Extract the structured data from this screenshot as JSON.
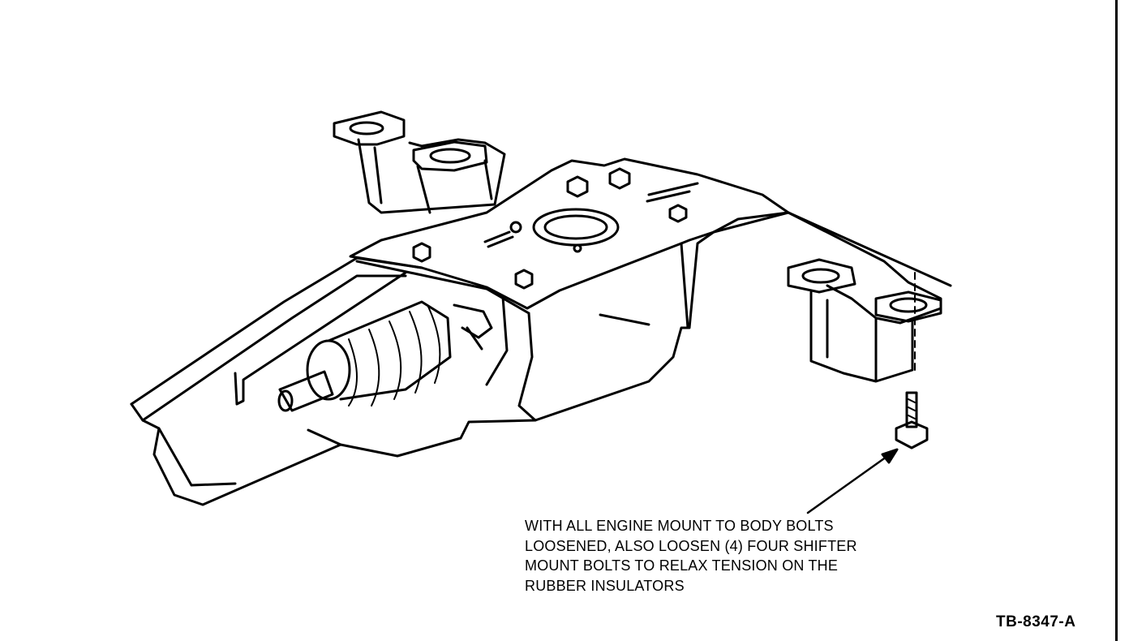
{
  "callout": {
    "lines": [
      "WITH ALL ENGINE MOUNT TO BODY BOLTS",
      "LOOSENED, ALSO LOOSEN (4) FOUR SHIFTER",
      "MOUNT BOLTS TO RELAX TENSION ON THE",
      "RUBBER INSULATORS"
    ]
  },
  "figure_id": "TB-8347-A",
  "colors": {
    "ink": "#000000",
    "paper": "#ffffff"
  }
}
